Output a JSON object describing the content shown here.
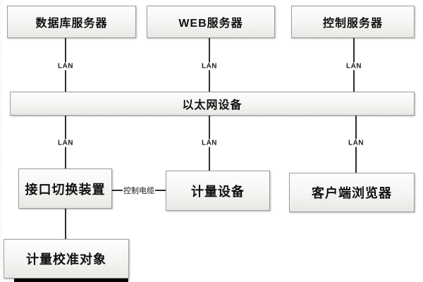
{
  "diagram": {
    "title": "metering-calibration-network-architecture",
    "colors": {
      "background": "#ffffff",
      "node_fill": "#f2f2f0",
      "node_border": "#9d9d9d",
      "line": "#2e2e2e",
      "text": "#111111",
      "bottom_bar": "#000000"
    },
    "nodes": [
      {
        "id": "db-server",
        "label": "数据库服务器"
      },
      {
        "id": "web-server",
        "label": "WEB服务器"
      },
      {
        "id": "control-server",
        "label": "控制服务器"
      },
      {
        "id": "ethernet-device",
        "label": "以太网设备"
      },
      {
        "id": "interface-switch",
        "label": "接口切换装置"
      },
      {
        "id": "metering-device",
        "label": "计量设备"
      },
      {
        "id": "client-browser",
        "label": "客户端浏览器"
      },
      {
        "id": "calibration-object",
        "label": "计量校准对象"
      }
    ],
    "connections": [
      {
        "from": "db-server",
        "to": "ethernet-device",
        "label": "LAN"
      },
      {
        "from": "web-server",
        "to": "ethernet-device",
        "label": "LAN"
      },
      {
        "from": "control-server",
        "to": "ethernet-device",
        "label": "LAN"
      },
      {
        "from": "ethernet-device",
        "to": "interface-switch",
        "label": "LAN"
      },
      {
        "from": "ethernet-device",
        "to": "metering-device",
        "label": "LAN"
      },
      {
        "from": "ethernet-device",
        "to": "client-browser",
        "label": "LAN"
      },
      {
        "from": "interface-switch",
        "to": "metering-device",
        "label": "控制电缆"
      },
      {
        "from": "interface-switch",
        "to": "calibration-object",
        "label": ""
      }
    ]
  }
}
